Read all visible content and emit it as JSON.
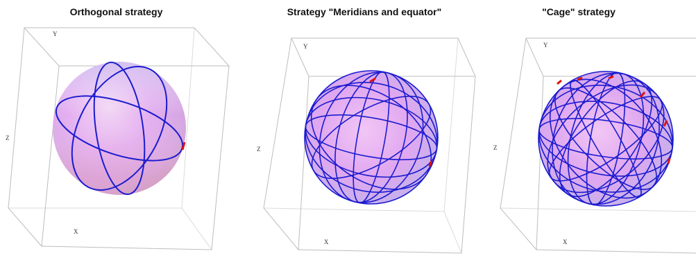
{
  "panels": [
    {
      "title": "Orthogonal strategy",
      "axes": {
        "x": "X",
        "y": "Y",
        "z": "Z"
      }
    },
    {
      "title": "Strategy \"Meridians and equator\"",
      "axes": {
        "x": "X",
        "y": "Y",
        "z": "Z"
      }
    },
    {
      "title": "\"Cage\" strategy",
      "axes": {
        "x": "X",
        "y": "Y",
        "z": "Z"
      }
    }
  ],
  "colors": {
    "curve": "#1b1bcf",
    "marker": "#dd1111",
    "box_edge": "#bdbdbd",
    "sphere_top": "#b9c6ee",
    "sphere_mid": "#e8a7ee",
    "sphere_bottom": "#e8a0b8"
  }
}
